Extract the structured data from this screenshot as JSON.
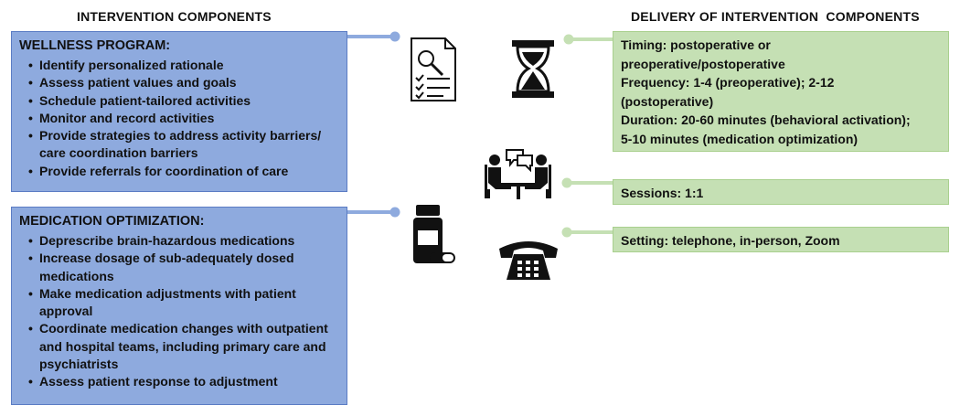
{
  "headings": {
    "left": "INTERVENTION COMPONENTS",
    "right": "DELIVERY OF INTERVENTION  COMPONENTS"
  },
  "wellness": {
    "title": "WELLNESS PROGRAM:",
    "items": [
      "Identify personalized rationale",
      "Assess patient values and goals",
      "Schedule patient-tailored activities",
      "Monitor and record activities",
      "Provide strategies to address activity barriers/ care coordination barriers",
      "Provide referrals for coordination of care"
    ]
  },
  "medication": {
    "title": "MEDICATION OPTIMIZATION:",
    "items": [
      "Deprescribe brain-hazardous medications",
      "Increase dosage of sub-adequately dosed medications",
      "Make medication adjustments with patient approval",
      "Coordinate medication changes with outpatient and hospital teams, including primary care and psychiatrists",
      "Assess patient response to adjustment"
    ]
  },
  "delivery": {
    "timing_lines": [
      "Timing: postoperative or",
      "preoperative/postoperative",
      "Frequency: 1-4 (preoperative); 2-12",
      "(postoperative)",
      "Duration: 20-60 minutes (behavioral activation);",
      "5-10 minutes (medication optimization)"
    ],
    "sessions": "Sessions: 1:1",
    "setting": "Setting: telephone, in-person, Zoom"
  },
  "icons": [
    "checklist-magnifier-icon",
    "hourglass-icon",
    "conversation-icon",
    "pill-bottle-icon",
    "telephone-icon"
  ],
  "colors": {
    "left_box_fill": "#8eaade",
    "left_connector": "#8eaade",
    "right_box_fill": "#c5e0b4",
    "right_connector": "#c5e0b4"
  }
}
